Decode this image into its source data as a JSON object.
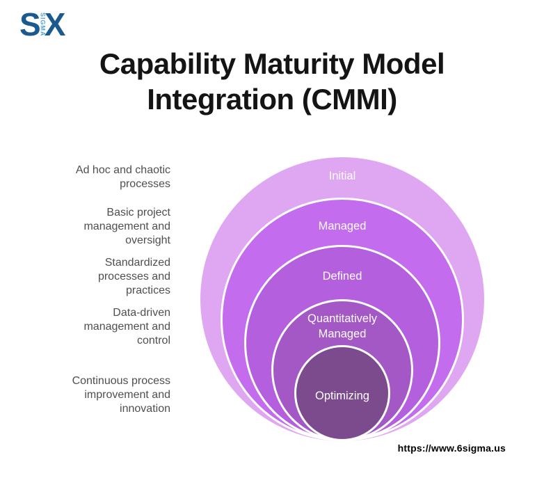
{
  "logo": {
    "s": "S",
    "sigma": "SIGMA",
    "x": "X"
  },
  "title": {
    "line1": "Capability Maturity Model",
    "line2": "Integration (CMMI)"
  },
  "levels": [
    {
      "name": "Initial",
      "description": "Ad hoc and chaotic processes",
      "color": "#dfa7f2"
    },
    {
      "name": "Managed",
      "description": "Basic project management and oversight",
      "color": "#c46cee"
    },
    {
      "name": "Defined",
      "description": "Standardized processes and practices",
      "color": "#b460de"
    },
    {
      "name": "Quantitatively Managed",
      "description": "Data-driven management and control",
      "color": "#a458c6"
    },
    {
      "name": "Optimizing",
      "description": "Continuous process improvement and innovation",
      "color": "#7b4b8d"
    }
  ],
  "footer": {
    "url": "https://www.6sigma.us"
  },
  "colors": {
    "logo_primary": "#1a5a8e",
    "logo_secondary": "#54a5da",
    "title_text": "#141414",
    "description_text": "#4f4f4f",
    "circle_label_text": "#ffffff"
  }
}
